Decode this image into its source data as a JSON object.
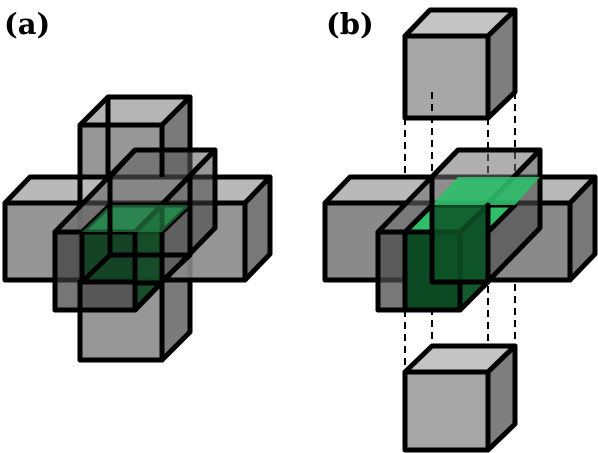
{
  "panels": [
    {
      "id": "a",
      "label": "(a)",
      "style": "translucent-overlap"
    },
    {
      "id": "b",
      "label": "(b)",
      "style": "exploded"
    }
  ],
  "colors": {
    "outline": "#000000",
    "gray_front": "#9a9a9a",
    "gray_top": "#b9b9b9",
    "gray_side": "#777777",
    "gray_translucent": "#6a6a6a",
    "green_front": "#0b3d1d",
    "green_front_dark": "#0b4a22",
    "green_top": "#2fbf6a",
    "green_side": "#14592e",
    "block_front": "#a7a7a7",
    "block_top": "#c4c4c4",
    "block_side": "#7e7e7e"
  }
}
